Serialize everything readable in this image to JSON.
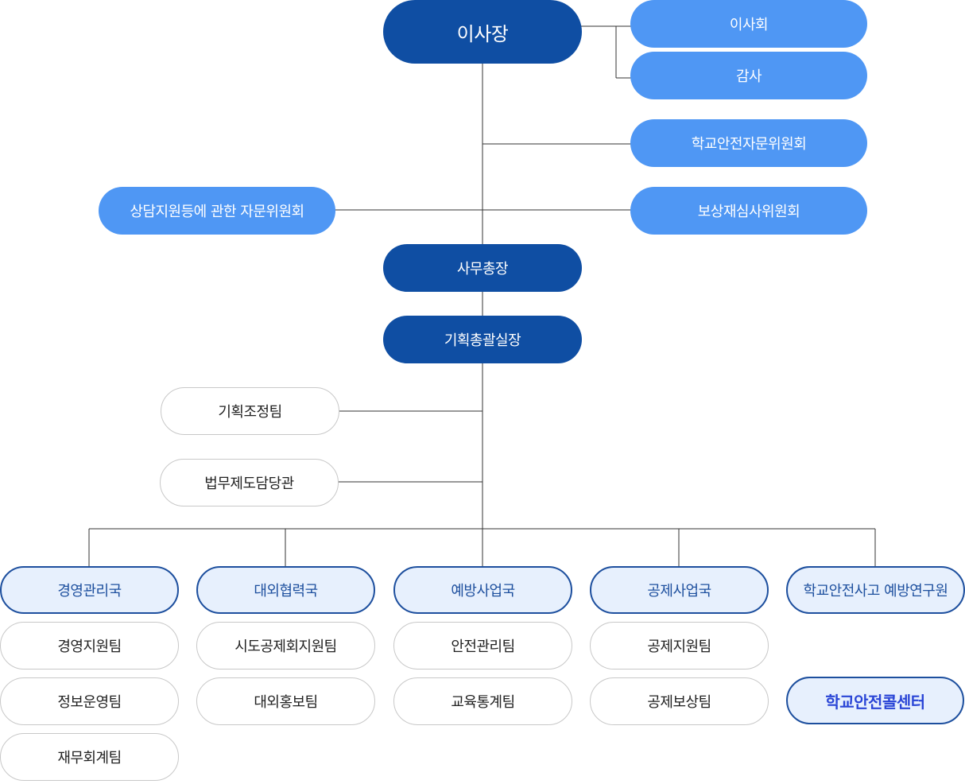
{
  "chairman": "이사장",
  "board": "이사회",
  "audit": "감사",
  "advisory_school_safety": "학교안전자문위원회",
  "counseling_committee": "상담지원등에 관한 자문위원회",
  "compensation_committee": "보상재심사위원회",
  "secretary_general": "사무총장",
  "planning_director": "기획총괄실장",
  "planning_team": "기획조정팀",
  "legal_officer": "법무제도담당관",
  "departments": [
    {
      "name": "경영관리국",
      "teams": [
        "경영지원팀",
        "정보운영팀",
        "재무회계팀"
      ]
    },
    {
      "name": "대외협력국",
      "teams": [
        "시도공제회지원팀",
        "대외홍보팀"
      ]
    },
    {
      "name": "예방사업국",
      "teams": [
        "안전관리팀",
        "교육통계팀"
      ]
    },
    {
      "name": "공제사업국",
      "teams": [
        "공제지원팀",
        "공제보상팀"
      ]
    },
    {
      "name": "학교안전사고 예방연구원",
      "teams": []
    }
  ],
  "call_center": "학교안전콜센터",
  "colors": {
    "dark_node": "#0f4ea3",
    "light_node": "#4f97f4",
    "dept_fill": "#e7f0fd",
    "dept_border": "#1d4f9e",
    "call_center_text": "#2a45d6",
    "line": "#333333"
  }
}
